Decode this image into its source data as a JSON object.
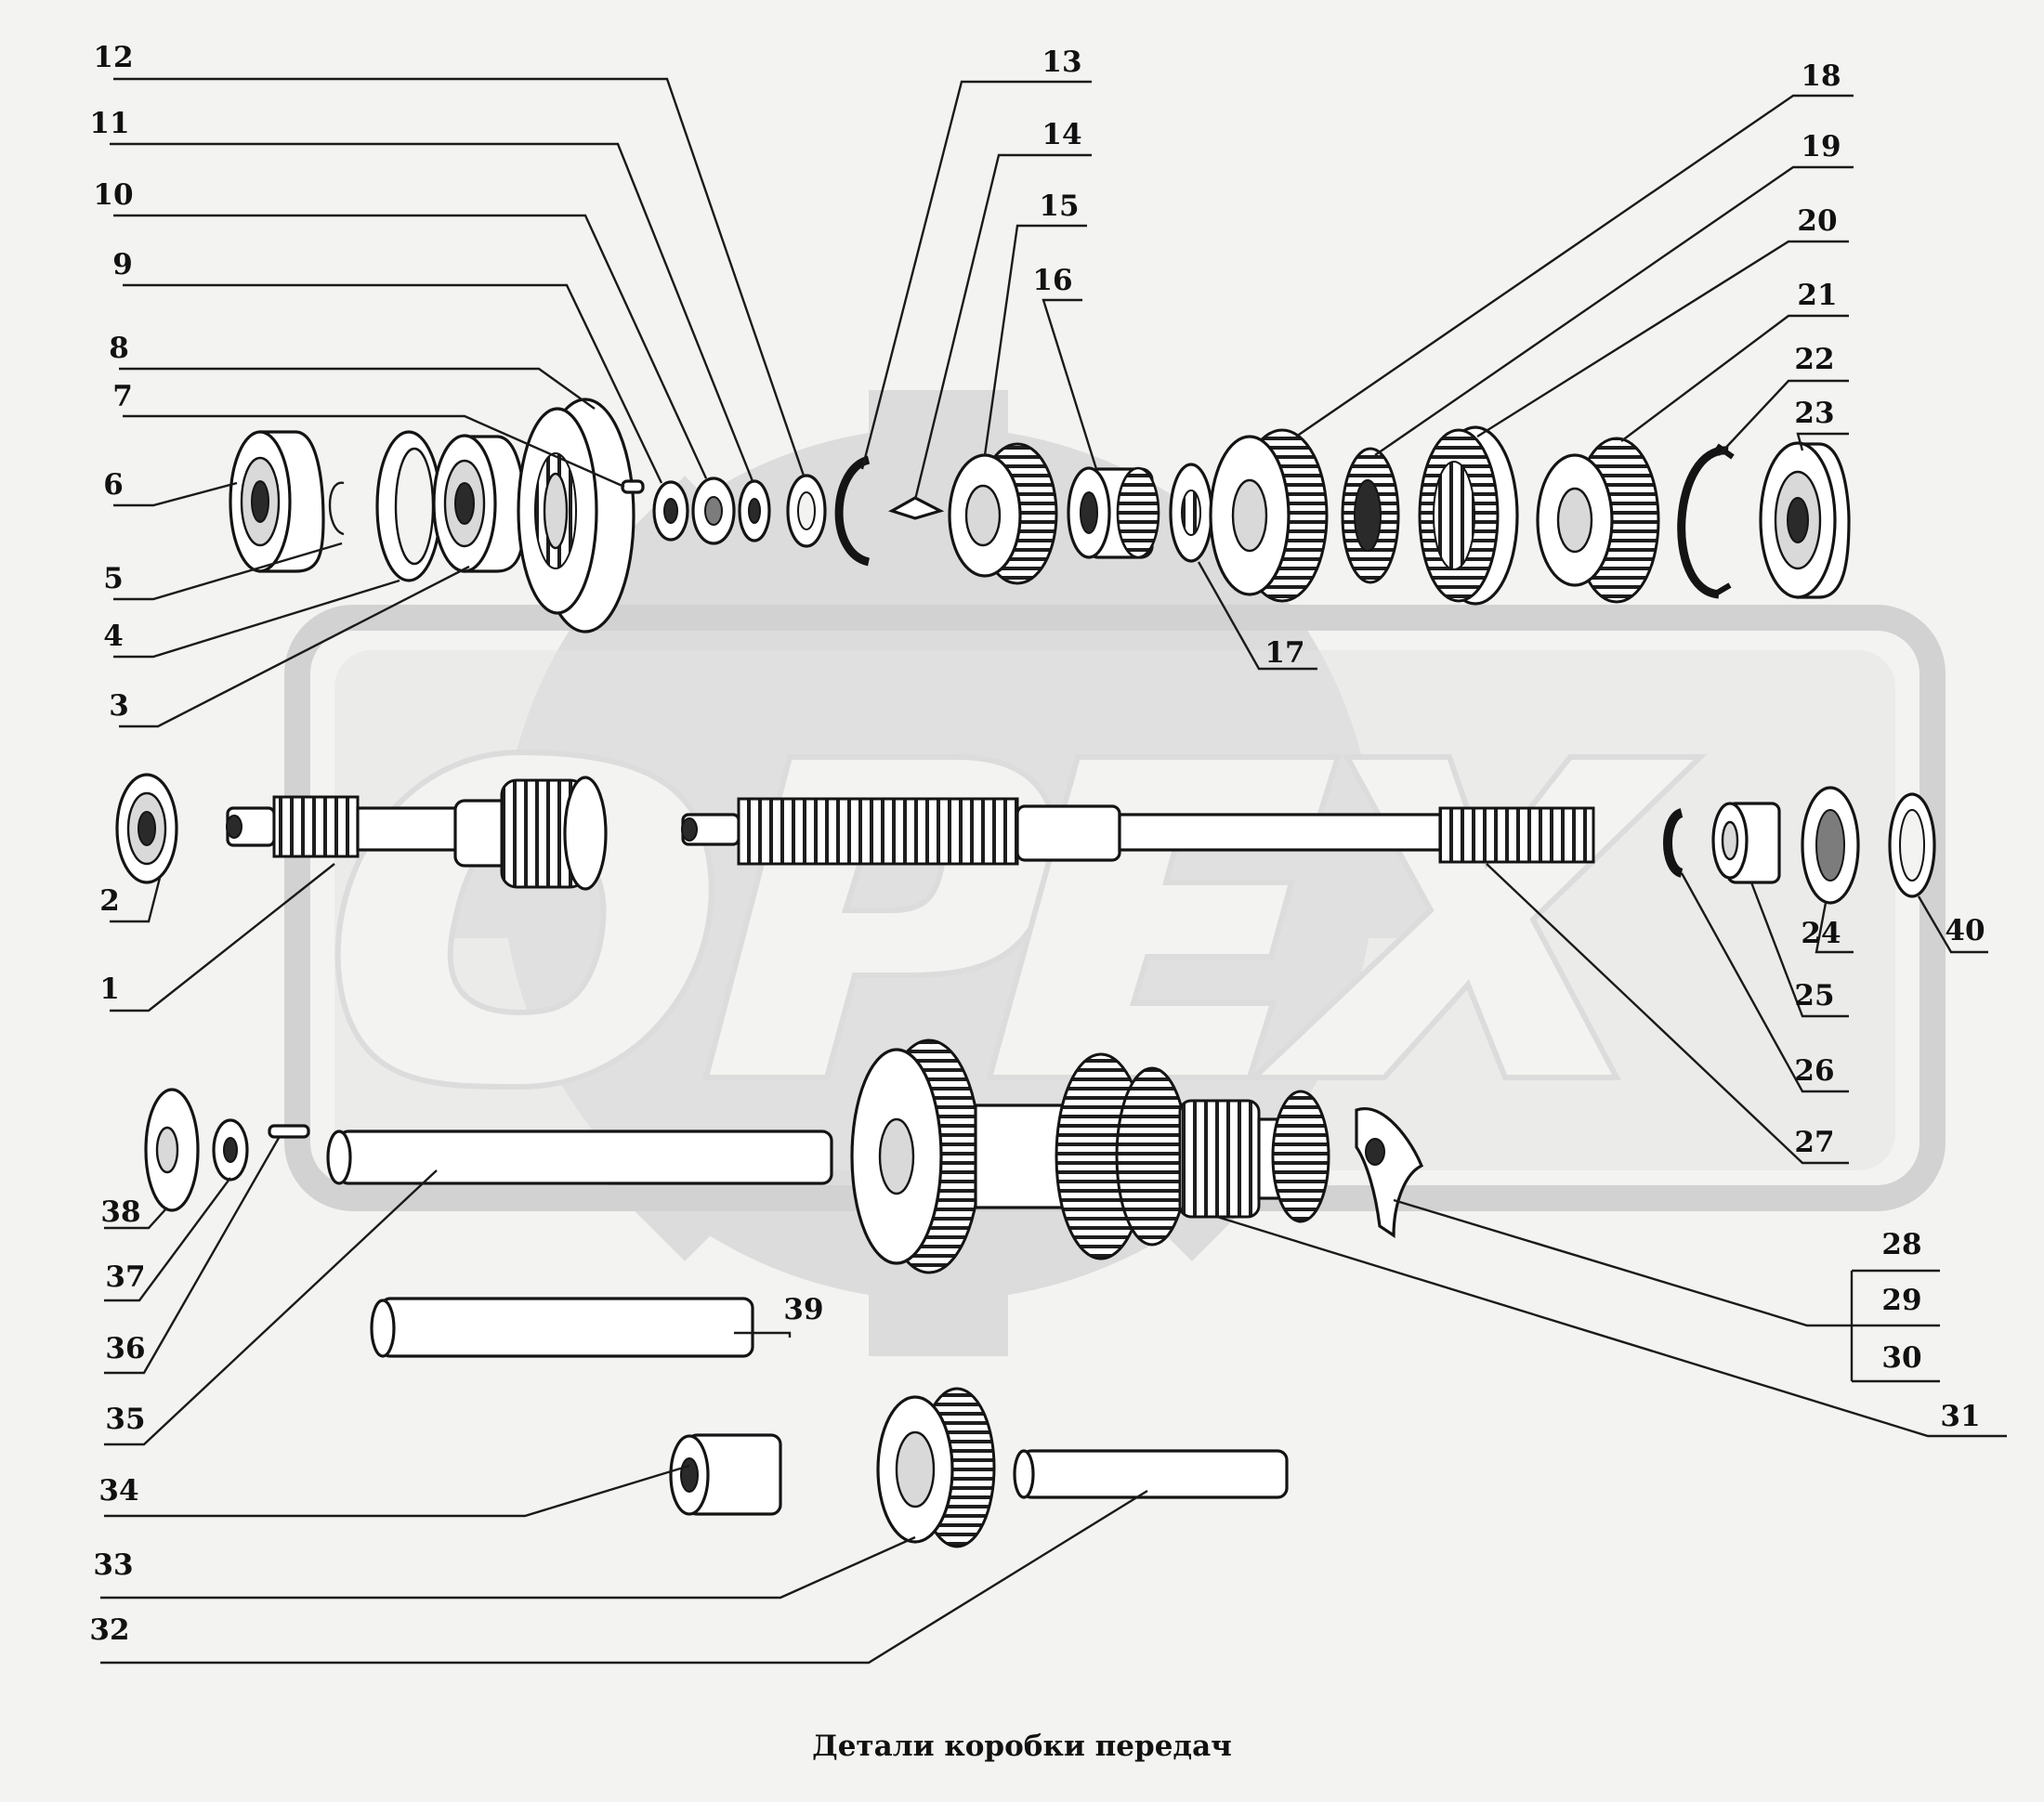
{
  "caption": "Детали коробки передач",
  "watermark": "OPEX",
  "callouts": [
    "1",
    "2",
    "3",
    "4",
    "5",
    "6",
    "7",
    "8",
    "9",
    "10",
    "11",
    "12",
    "13",
    "14",
    "15",
    "16",
    "17",
    "18",
    "19",
    "20",
    "21",
    "22",
    "23",
    "24",
    "25",
    "26",
    "27",
    "28",
    "29",
    "30",
    "31",
    "32",
    "33",
    "34",
    "35",
    "36",
    "37",
    "38",
    "39",
    "40"
  ],
  "colors": {
    "background": "#f3f3f1",
    "watermark": "#d6d6d6",
    "ink": "#141414"
  }
}
